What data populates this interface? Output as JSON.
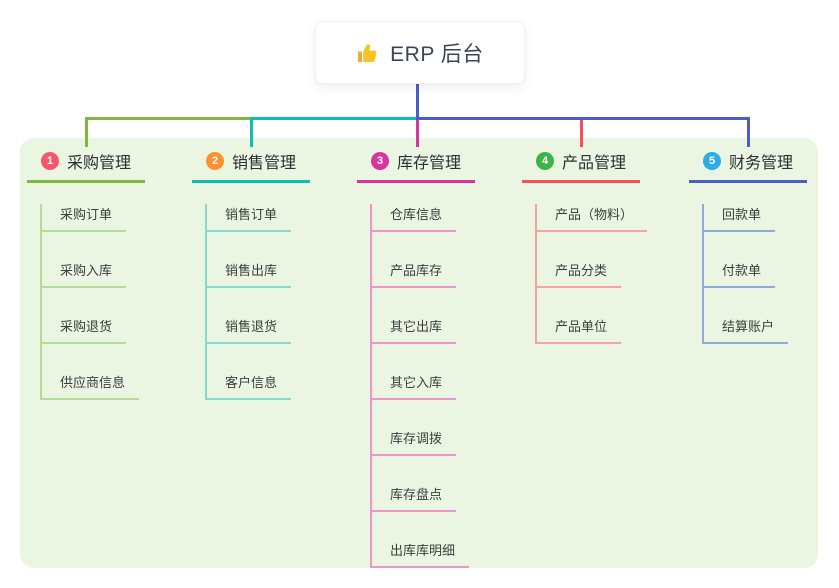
{
  "root": {
    "label": "ERP 后台",
    "icon": "thumbs-up-icon",
    "line_color": "#4a5fc1"
  },
  "panel": {
    "background": "#eaf6e2"
  },
  "branches": [
    {
      "badge": "1",
      "badge_color": "#f8566a",
      "line_color": "#7cb93e",
      "child_line_color": "#b5dc92",
      "label": "采购管理",
      "children": [
        "采购订单",
        "采购入库",
        "采购退货",
        "供应商信息"
      ]
    },
    {
      "badge": "2",
      "badge_color": "#fd9130",
      "line_color": "#10bdb0",
      "child_line_color": "#85d9d2",
      "label": "销售管理",
      "children": [
        "销售订单",
        "销售出库",
        "销售退货",
        "客户信息"
      ]
    },
    {
      "badge": "3",
      "badge_color": "#d6359b",
      "line_color": "#d6359b",
      "child_line_color": "#f093c5",
      "label": "库存管理",
      "children": [
        "仓库信息",
        "产品库存",
        "其它出库",
        "其它入库",
        "库存调拨",
        "库存盘点",
        "出库库明细"
      ]
    },
    {
      "badge": "4",
      "badge_color": "#3bb54a",
      "line_color": "#f2525b",
      "child_line_color": "#f9a0a2",
      "label": "产品管理",
      "children": [
        "产品（物料）",
        "产品分类",
        "产品单位"
      ]
    },
    {
      "badge": "5",
      "badge_color": "#2caee5",
      "line_color": "#4a5fc1",
      "child_line_color": "#96a8e3",
      "label": "财务管理",
      "children": [
        "回款单",
        "付款单",
        "结算账户"
      ]
    }
  ]
}
